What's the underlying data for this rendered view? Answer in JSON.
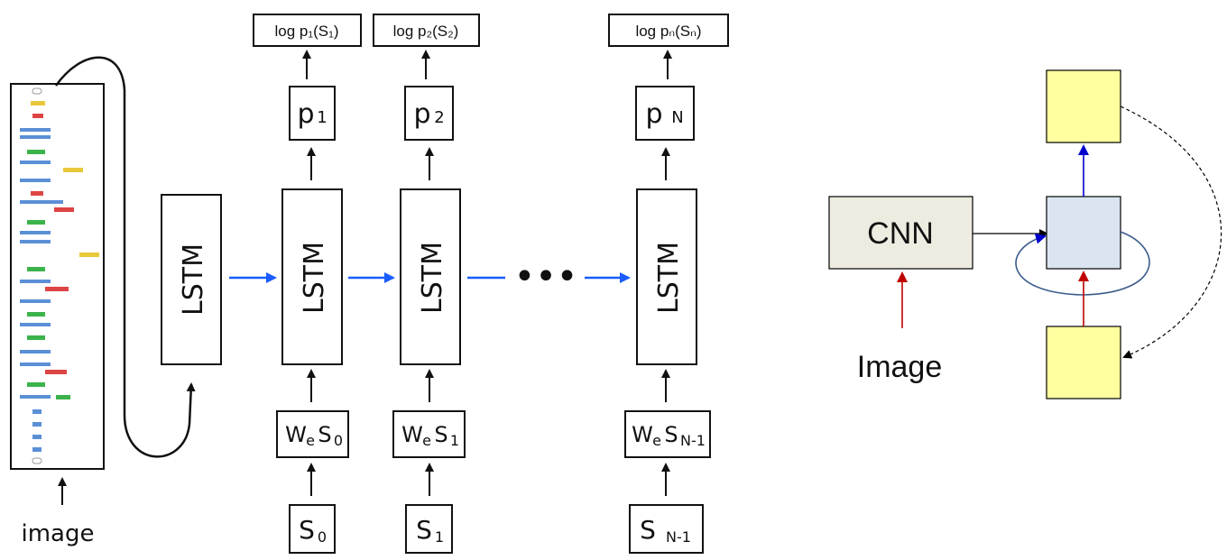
{
  "left_diagram": {
    "input_label": "image",
    "cnn_label": "",
    "first_lstm_label": "LSTM",
    "dots": "•••",
    "steps": [
      {
        "output": "log p₁(S₁)",
        "prob_main": "p",
        "prob_sub": "1",
        "lstm": "LSTM",
        "embed_main": "W",
        "embed_e": "e",
        "embed_s": "S",
        "embed_sub": "0",
        "word_main": "S",
        "word_sub": "0"
      },
      {
        "output": "log p₂(S₂)",
        "prob_main": "p",
        "prob_sub": "2",
        "lstm": "LSTM",
        "embed_main": "W",
        "embed_e": "e",
        "embed_s": "S",
        "embed_sub": "1",
        "word_main": "S",
        "word_sub": "1"
      },
      {
        "output": "log pₙ(Sₙ)",
        "prob_main": "p",
        "prob_sub": "N",
        "lstm": "LSTM",
        "embed_main": "W",
        "embed_e": "e",
        "embed_s": "S",
        "embed_sub": "N-1",
        "word_main": "S",
        "word_sub": "N-1"
      }
    ]
  },
  "right_diagram": {
    "cnn_label": "CNN",
    "input_label": "Image",
    "colors": {
      "cnn_fill": "#eeece1",
      "rnn_fill": "#dbe5f1",
      "io_fill": "#ffffa0",
      "red_arrow": "#c00000",
      "blue_arrow": "#0000cc",
      "loop": "#3a5a8c"
    }
  }
}
